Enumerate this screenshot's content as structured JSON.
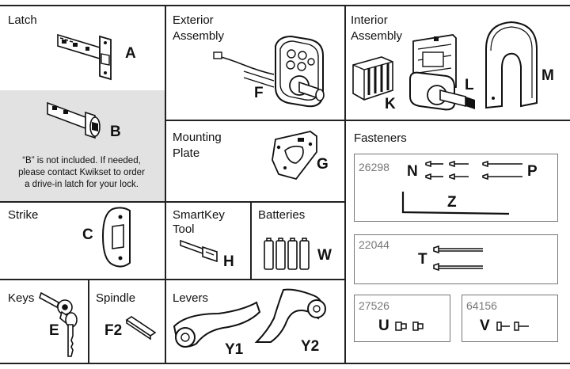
{
  "cells": {
    "latch": {
      "title": "Latch",
      "letter": "A"
    },
    "latch_b": {
      "letter": "B",
      "note": [
        "“B” is not included. If needed,",
        "please contact Kwikset to order",
        "a drive-in latch for your lock."
      ]
    },
    "exterior": {
      "title": [
        "Exterior",
        "Assembly"
      ],
      "letter": "F"
    },
    "mounting": {
      "title": [
        "Mounting",
        "Plate"
      ],
      "letter": "G"
    },
    "interior": {
      "title": [
        "Interior",
        "Assembly"
      ],
      "letters": {
        "k": "K",
        "l": "L",
        "m": "M"
      }
    },
    "fasteners": {
      "title": "Fasteners",
      "box1": {
        "code": "26298",
        "letters": {
          "n": "N",
          "p": "P",
          "z": "Z"
        }
      },
      "box2": {
        "code": "22044",
        "letter": "T"
      },
      "box3": {
        "code": "27526",
        "letter": "U"
      },
      "box4": {
        "code": "64156",
        "letter": "V"
      }
    },
    "strike": {
      "title": "Strike",
      "letter": "C"
    },
    "smartkey": {
      "title": [
        "SmartKey",
        "Tool"
      ],
      "letter": "H"
    },
    "batteries": {
      "title": "Batteries",
      "letter": "W"
    },
    "keys": {
      "title": "Keys",
      "letter": "E"
    },
    "spindle": {
      "title": "Spindle",
      "letter": "F2"
    },
    "levers": {
      "title": "Levers",
      "letters": {
        "y1": "Y1",
        "y2": "Y2"
      }
    }
  },
  "colors": {
    "grid": "#222222",
    "shaded_cell": "#e2e2e2",
    "fastener_box": "#777777",
    "code_text": "#777777"
  }
}
